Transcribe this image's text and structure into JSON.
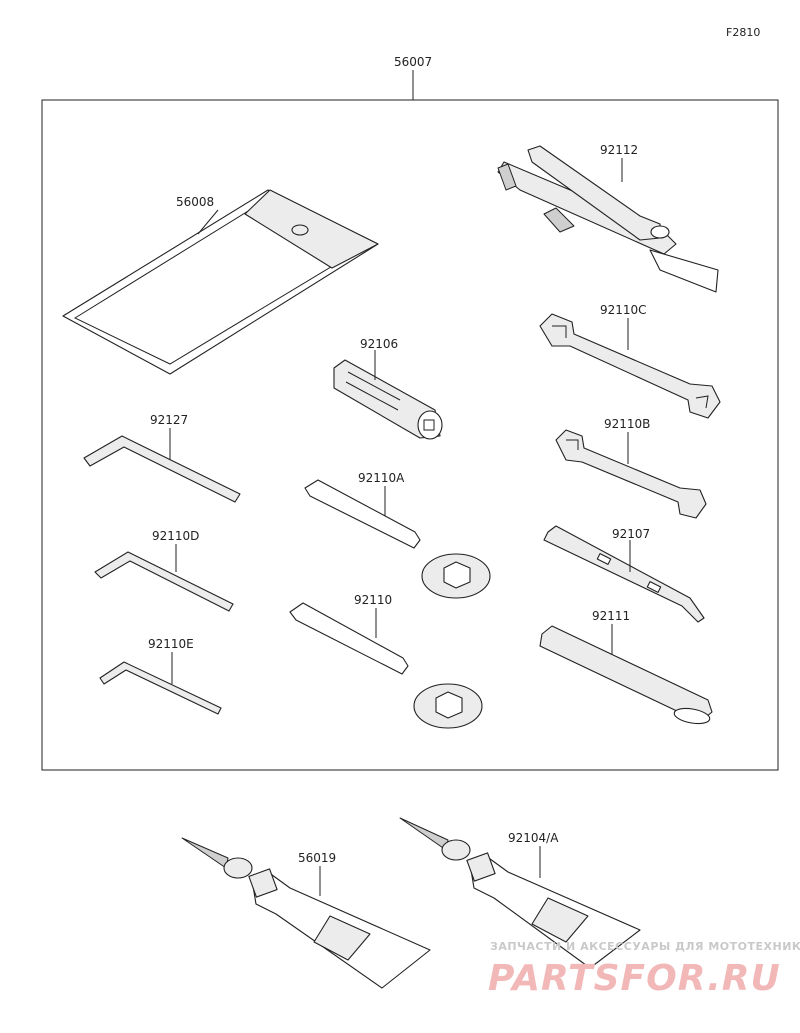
{
  "figure_code": "F2810",
  "kit_label": "56007",
  "parts": {
    "p56008": "56008",
    "p92106": "92106",
    "p92127": "92127",
    "p92110D": "92110D",
    "p92110E": "92110E",
    "p92110A": "92110A",
    "p92110": "92110",
    "p92112": "92112",
    "p92110C": "92110C",
    "p92110B": "92110B",
    "p92107": "92107",
    "p92111": "92111",
    "p56019": "56019",
    "p92104A": "92104/A"
  },
  "watermark": {
    "top": "ЗАПЧАСТИ И АКСЕССУАРЫ ДЛЯ МОТОТЕХНИКИ",
    "main": "PARTSFOR.RU"
  }
}
